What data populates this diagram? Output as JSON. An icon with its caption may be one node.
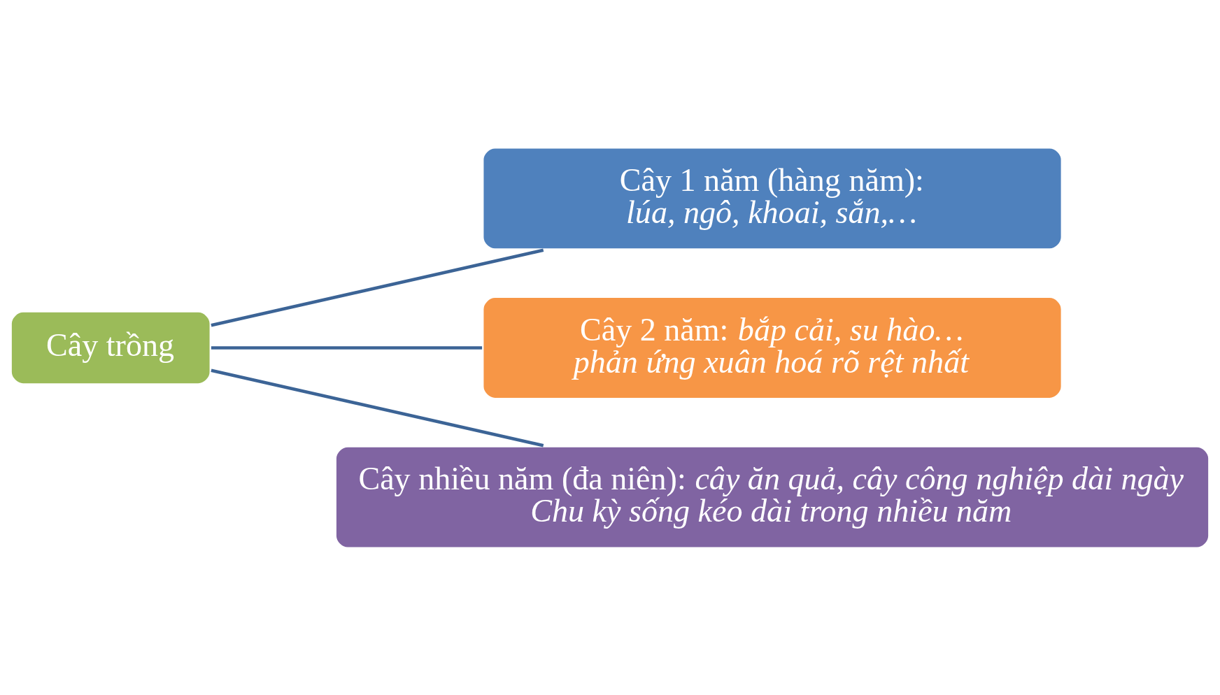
{
  "diagram": {
    "nodes": [
      {
        "text": [
          "Cây trồng"
        ]
      },
      {
        "text": [
          "Cây 1 năm (hàng năm):",
          "lúa, ngô, khoai, sắn,…"
        ]
      },
      {
        "text": [
          "Cây 2 năm: *bắp cải, su hào…*",
          "phản ứng xuân hoá rõ rệt nhất"
        ]
      },
      {
        "text": [
          "Cây nhiều năm (đa niên): *cây ăn quả, cây công nghiệp dài ngày*",
          "Chu kỳ sống kéo dài trong nhiều năm"
        ]
      }
    ],
    "edges": [
      {
        "from": 0,
        "to": 1,
        "arrow": "none"
      },
      {
        "from": 0,
        "to": 2,
        "arrow": "none"
      },
      {
        "from": 0,
        "to": 3,
        "arrow": "none"
      }
    ]
  }
}
